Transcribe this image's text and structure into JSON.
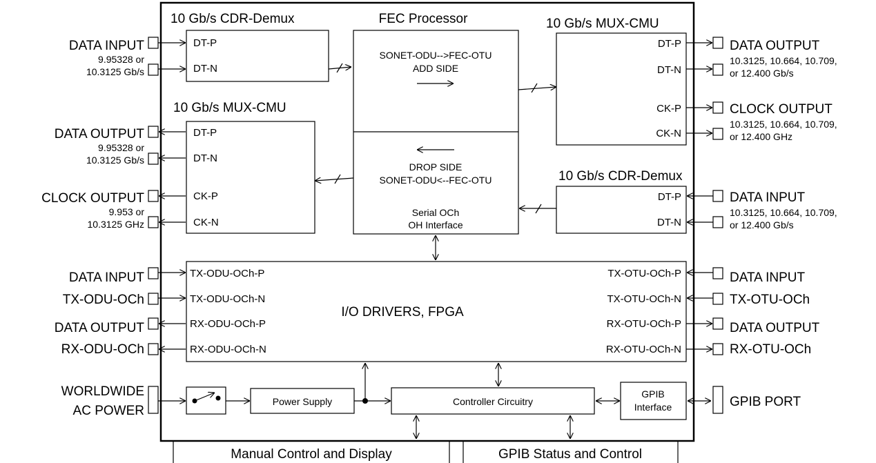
{
  "blocks": {
    "cdr_demux_top": {
      "title": "10 Gb/s CDR-Demux",
      "pin1": "DT-P",
      "pin2": "DT-N"
    },
    "fec": {
      "title": "FEC Processor",
      "add_line1": "SONET-ODU-->FEC-OTU",
      "add_line2": "ADD SIDE",
      "drop_line1": "DROP SIDE",
      "drop_line2": "SONET-ODU<--FEC-OTU",
      "oh_line1": "Serial OCh",
      "oh_line2": "OH Interface"
    },
    "mux_cmu_right": {
      "title": "10 Gb/s MUX-CMU",
      "pin1": "DT-P",
      "pin2": "DT-N",
      "pin3": "CK-P",
      "pin4": "CK-N"
    },
    "mux_cmu_left": {
      "title": "10 Gb/s MUX-CMU",
      "pin1": "DT-P",
      "pin2": "DT-N",
      "pin3": "CK-P",
      "pin4": "CK-N"
    },
    "cdr_demux_right": {
      "title": "10 Gb/s CDR-Demux",
      "pin1": "DT-P",
      "pin2": "DT-N"
    },
    "io_drivers": {
      "title": "I/O DRIVERS, FPGA",
      "left_pins": [
        "TX-ODU-OCh-P",
        "TX-ODU-OCh-N",
        "RX-ODU-OCh-P",
        "RX-ODU-OCh-N"
      ],
      "right_pins": [
        "TX-OTU-OCh-P",
        "TX-OTU-OCh-N",
        "RX-OTU-OCh-P",
        "RX-OTU-OCh-N"
      ]
    },
    "power_supply": "Power Supply",
    "controller": "Controller Circuitry",
    "gpib_interface_line1": "GPIB",
    "gpib_interface_line2": "Interface"
  },
  "left_ports": {
    "data_input_1": {
      "label": "DATA INPUT",
      "rate1": "9.95328 or",
      "rate2": "10.3125 Gb/s"
    },
    "data_output_1": {
      "label": "DATA OUTPUT",
      "rate1": "9.95328 or",
      "rate2": "10.3125 Gb/s"
    },
    "clock_output_1": {
      "label": "CLOCK OUTPUT",
      "rate1": "9.953 or",
      "rate2": "10.3125 GHz"
    },
    "data_input_2": {
      "line1": "DATA INPUT",
      "line2": "TX-ODU-OCh"
    },
    "data_output_2": {
      "line1": "DATA OUTPUT",
      "line2": "RX-ODU-OCh"
    },
    "ac_power": {
      "line1": "WORLDWIDE",
      "line2": "AC POWER"
    }
  },
  "right_ports": {
    "data_output_1": {
      "label": "DATA OUTPUT",
      "rate1": "10.3125, 10.664, 10.709,",
      "rate2": "or 12.400 Gb/s"
    },
    "clock_output_1": {
      "label": "CLOCK OUTPUT",
      "rate1": "10.3125, 10.664, 10.709,",
      "rate2": "or 12.400 GHz"
    },
    "data_input_1": {
      "label": "DATA INPUT",
      "rate1": "10.3125, 10.664, 10.709,",
      "rate2": "or 12.400 Gb/s"
    },
    "data_input_2": {
      "line1": "DATA INPUT",
      "line2": "TX-OTU-OCh"
    },
    "data_output_2": {
      "line1": "DATA OUTPUT",
      "line2": "RX-OTU-OCh"
    },
    "gpib_port": "GPIB PORT"
  },
  "bottom_panels": {
    "manual": "Manual Control and Display",
    "gpib_status": "GPIB Status and Control"
  }
}
